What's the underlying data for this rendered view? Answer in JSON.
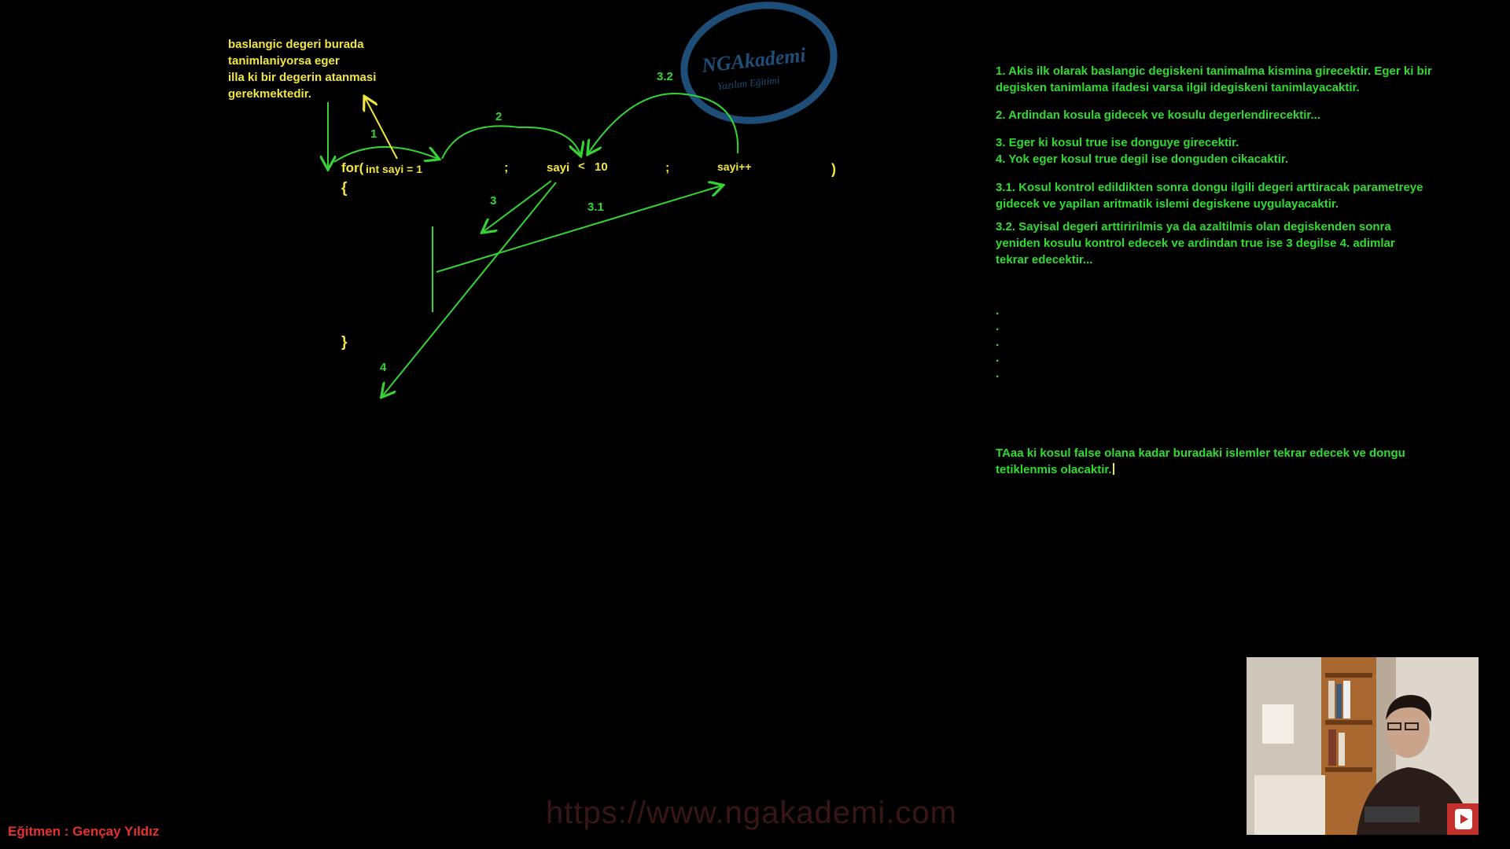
{
  "note": {
    "lines": [
      "baslangic degeri burada",
      "tanimlaniyorsa eger",
      "illa ki bir degerin atanmasi",
      "gerekmektedir."
    ]
  },
  "code": {
    "for_keyword": "for(",
    "init": "int sayi = 1",
    "semicolon1": ";",
    "condition_var": "sayi",
    "condition_op": "<",
    "condition_val": "10",
    "semicolon2": ";",
    "increment": "sayi++",
    "close_paren": ")",
    "open_brace": "{",
    "close_brace": "}"
  },
  "arrow_labels": {
    "one": "1",
    "two": "2",
    "three": "3",
    "three_one": "3.1",
    "three_two": "3.2",
    "four": "4"
  },
  "steps": [
    {
      "lines": [
        "1. Akis ilk olarak baslangic degiskeni tanimalma kismina girecektir. Eger ki bir",
        "degisken tanimlama ifadesi varsa ilgil idegiskeni tanimlayacaktir."
      ]
    },
    {
      "lines": [
        "2. Ardindan kosula gidecek ve kosulu degerlendirecektir..."
      ]
    },
    {
      "lines": [
        "3. Eger ki kosul true ise donguye girecektir.",
        "4. Yok eger kosul true degil ise donguden cikacaktir."
      ]
    },
    {
      "lines": [
        "3.1. Kosul kontrol edildikten sonra dongu ilgili degeri arttiracak parametreye",
        "gidecek ve yapilan aritmatik islemi degiskene uygulayacaktir."
      ]
    },
    {
      "lines": [
        "3.2. Sayisal degeri arttiririlmis ya da azaltilmis olan degiskenden sonra",
        "yeniden kosulu kontrol edecek ve ardindan true ise 3 degilse 4. adimlar",
        "tekrar edecektir..."
      ]
    }
  ],
  "dots": [
    ".",
    ".",
    ".",
    ".",
    "."
  ],
  "conclusion": {
    "lines": [
      "TAaa ki kosul false olana kadar buradaki islemler tekrar edecek ve dongu",
      "tetiklenmis olacaktir."
    ]
  },
  "logo": {
    "name": "NGAkademi",
    "tagline": "Yazılım Eğitimi"
  },
  "watermark": "https://www.ngakademi.com",
  "instructor": "Eğitmen : Gençay Yıldız",
  "colors": {
    "code": "#f2e640",
    "green": "#2fdc2f",
    "logo": "#1e4e78",
    "instructor": "#e83030",
    "youtube": "#c4302b"
  },
  "icons": [
    "youtube-play-icon"
  ]
}
